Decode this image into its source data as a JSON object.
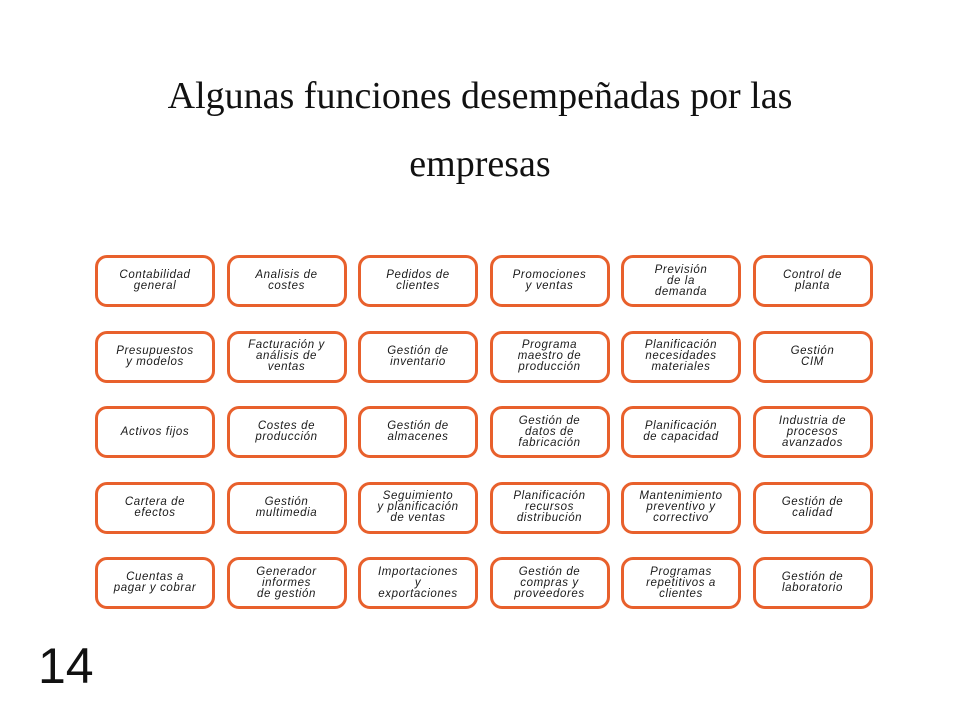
{
  "title": {
    "line1": "Algunas funciones desempeñadas por las",
    "line2": "empresas"
  },
  "boxes": [
    [
      "Contabilidad\ngeneral",
      "Analisis de\ncostes",
      "Pedidos de\nclientes",
      "Promociones\ny ventas",
      "Previsión\nde la\ndemanda",
      "Control de\nplanta"
    ],
    [
      "Presupuestos\ny modelos",
      "Facturación y\nanálisis de\nventas",
      "Gestión de\ninventario",
      "Programa\nmaestro de\nproducción",
      "Planificación\nnecesidades\nmateriales",
      "Gestión\nCIM"
    ],
    [
      "Activos fijos",
      "Costes de\nproducción",
      "Gestión de\nalmacenes",
      "Gestión de\ndatos de\nfabricación",
      "Planificación\nde capacidad",
      "Industria de\nprocesos\navanzados"
    ],
    [
      "Cartera de\nefectos",
      "Gestión\nmultimedia",
      "Seguimiento\ny planificación\nde ventas",
      "Planificación\nrecursos\ndistribución",
      "Mantenimiento\npreventivo y\ncorrectivo",
      "Gestión de\ncalidad"
    ],
    [
      "Cuentas a\npagar y cobrar",
      "Generador\ninformes\nde gestión",
      "Importaciones\ny\nexportaciones",
      "Gestión de\ncompras y\nproveedores",
      "Programas\nrepetitivos a\nclientes",
      "Gestión de\nlaboratorio"
    ]
  ],
  "page_number": "14",
  "colors": {
    "box_border": "#e8602c",
    "text": "#1a1a1a"
  }
}
